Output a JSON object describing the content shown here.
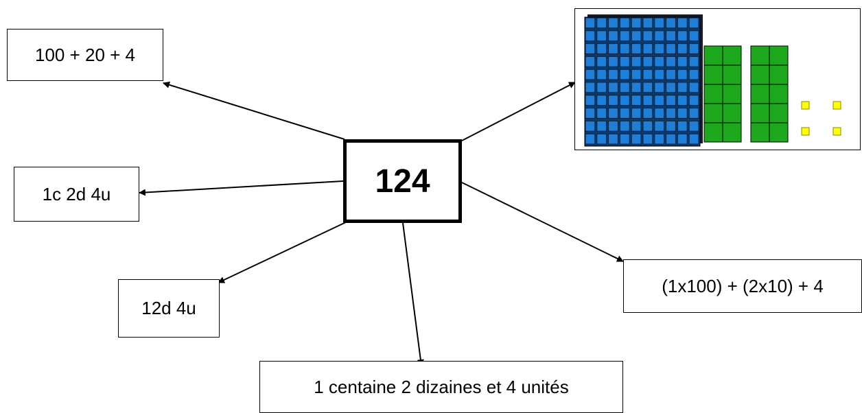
{
  "center": {
    "number": "124"
  },
  "representations": {
    "additive": "100 + 20 + 4",
    "place_value_short": "1c 2d 4u",
    "tens_units": "12d 4u",
    "words": "1 centaine 2 dizaines et 4 unités",
    "multiplicative": "(1x100) + (2x10) + 4"
  },
  "base_ten_blocks": {
    "hundreds": 1,
    "tens": 2,
    "units": 4,
    "colors": {
      "hundreds": "#1f7fd8",
      "tens": "#1ea81e",
      "units": "#ffff00"
    }
  }
}
